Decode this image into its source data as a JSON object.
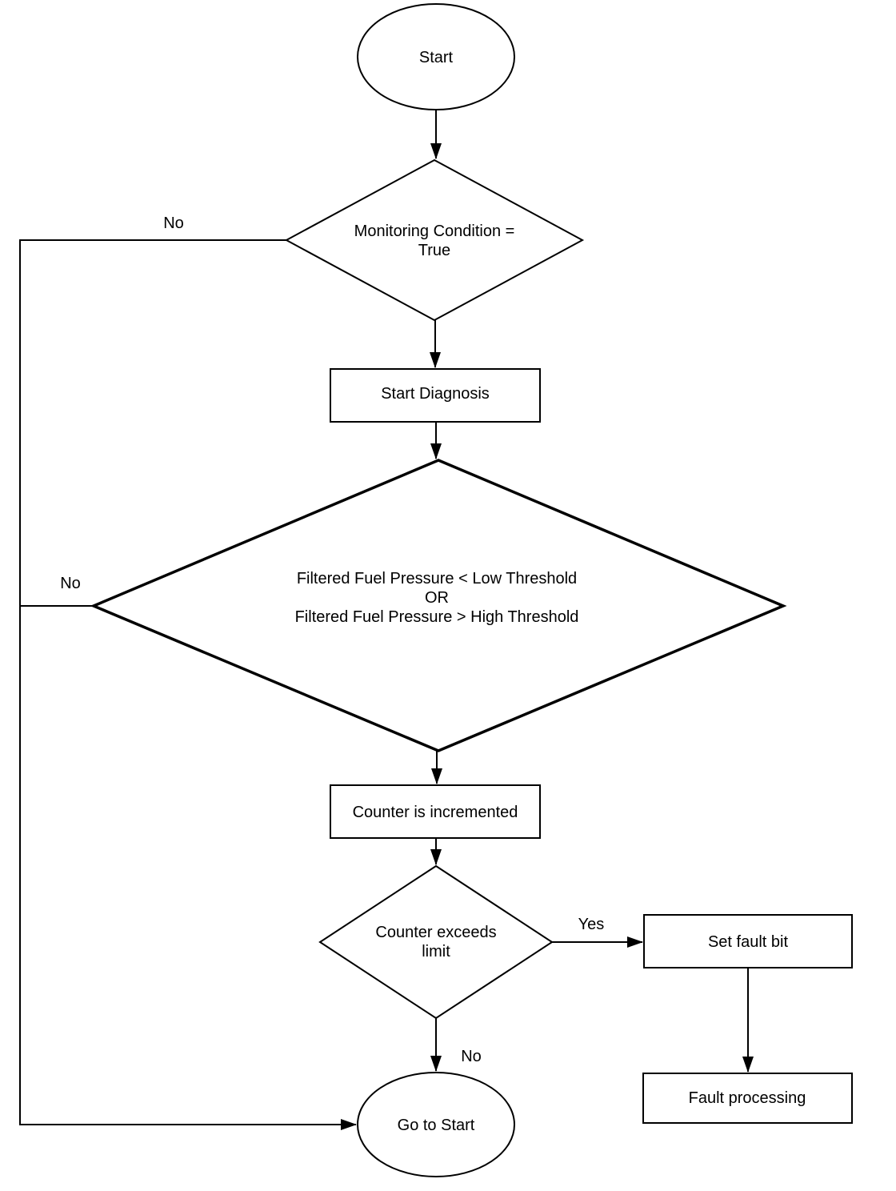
{
  "diagram": {
    "type": "flowchart",
    "colors": {
      "background": "#ffffff",
      "stroke": "#000000",
      "text": "#000000"
    }
  },
  "nodes": {
    "start": {
      "shape": "ellipse",
      "label": "Start"
    },
    "monitoring_condition": {
      "shape": "diamond",
      "line1": "Monitoring Condition =",
      "line2": "True"
    },
    "start_diagnosis": {
      "shape": "rectangle",
      "label": "Start Diagnosis"
    },
    "pressure_check": {
      "shape": "diamond",
      "line1": "Filtered Fuel Pressure < Low Threshold",
      "line2": "OR",
      "line3": "Filtered Fuel Pressure > High Threshold"
    },
    "counter_incremented": {
      "shape": "rectangle",
      "label": "Counter is incremented"
    },
    "counter_exceeds_limit": {
      "shape": "diamond",
      "line1": "Counter exceeds",
      "line2": "limit"
    },
    "set_fault_bit": {
      "shape": "rectangle",
      "label": "Set fault bit"
    },
    "fault_processing": {
      "shape": "rectangle",
      "label": "Fault processing"
    },
    "go_to_start": {
      "shape": "ellipse",
      "label": "Go to Start"
    }
  },
  "edge_labels": {
    "monitoring_condition_no": "No",
    "pressure_check_no": "No",
    "counter_exceeds_yes": "Yes",
    "counter_exceeds_no": "No"
  }
}
